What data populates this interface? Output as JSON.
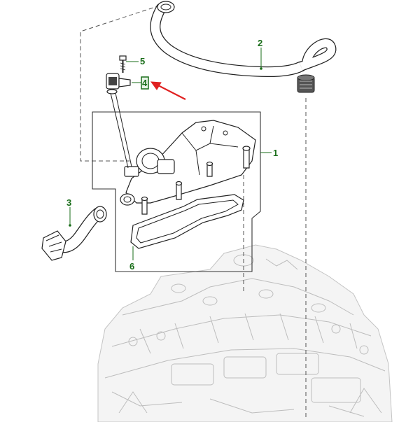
{
  "callouts": {
    "c1": "1",
    "c2": "2",
    "c3": "3",
    "c4": "4",
    "c5": "5",
    "c6": "6"
  },
  "colors": {
    "callout": "#1a6e1a",
    "arrow": "#e02020",
    "highlight_box": "#1a6e1a"
  },
  "highlighted_callout": "4"
}
